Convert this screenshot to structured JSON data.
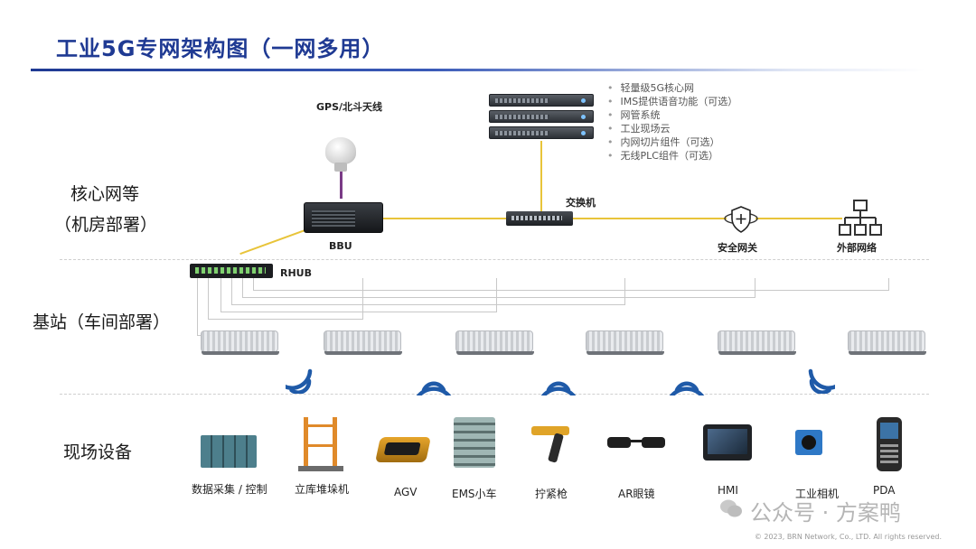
{
  "title": "工业5G专网架构图（一网多用）",
  "zones": {
    "core_line1": "核心网等",
    "core_line2": "（机房部署）",
    "base_station": "基站（车间部署）",
    "field": "现场设备"
  },
  "core_features": [
    "轻量级5G核心网",
    "IMS提供语音功能（可选）",
    "网管系统",
    "工业现场云",
    "内网切片组件（可选）",
    "无线PLC组件（可选）"
  ],
  "nodes": {
    "gps": "GPS/北斗天线",
    "bbu": "BBU",
    "switch": "交换机",
    "gateway": "安全网关",
    "external": "外部网络",
    "rhub": "RHUB"
  },
  "devices": [
    "数据采集 / 控制",
    "立库堆垛机",
    "AGV",
    "EMS小车",
    "拧紧枪",
    "AR眼镜",
    "HMI",
    "工业相机",
    "PDA"
  ],
  "icons": {
    "wireless": "wifi-signal-icon",
    "gateway": "shield-plus-icon",
    "external": "network-tree-icon"
  },
  "colors": {
    "title": "#1f3a93",
    "link": "#e8c43a",
    "wireless": "#1f5aa8"
  },
  "watermark": "公众号 · 方案鸭",
  "copyright": "© 2023, BRN Network, Co., LTD. All rights reserved."
}
